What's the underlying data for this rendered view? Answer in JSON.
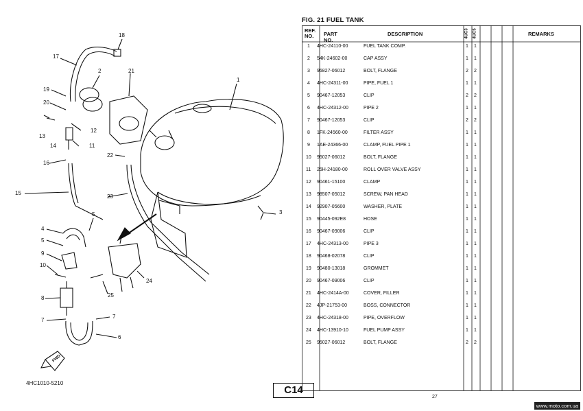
{
  "figure_title": "FIG. 21  FUEL TANK",
  "headers": {
    "ref_no": "REF. NO.",
    "part_no": "PART NO.",
    "description": "DESCRIPTION",
    "model1": "4UC3",
    "model2": "4UC5",
    "remarks": "REMARKS"
  },
  "parts": [
    {
      "ref": "1",
      "part": "4HC-24110-00",
      "desc": "FUEL TANK COMP.",
      "q1": "1",
      "q2": "1"
    },
    {
      "ref": "2",
      "part": "54K-24602-00",
      "desc": "CAP ASSY",
      "q1": "1",
      "q2": "1"
    },
    {
      "ref": "3",
      "part": "95827-06012",
      "desc": "BOLT, FLANGE",
      "q1": "2",
      "q2": "2"
    },
    {
      "ref": "4",
      "part": "4HC-24311-00",
      "desc": "PIPE, FUEL 1",
      "q1": "1",
      "q2": "1"
    },
    {
      "ref": "5",
      "part": "90467-12053",
      "desc": "CLIP",
      "q1": "2",
      "q2": "2"
    },
    {
      "ref": "6",
      "part": "4HC-24312-00",
      "desc": "PIPE 2",
      "q1": "1",
      "q2": "1"
    },
    {
      "ref": "7",
      "part": "90467-12053",
      "desc": "CLIP",
      "q1": "2",
      "q2": "2"
    },
    {
      "ref": "8",
      "part": "1FK-24560-00",
      "desc": "FILTER ASSY",
      "q1": "1",
      "q2": "1"
    },
    {
      "ref": "9",
      "part": "1AE-24366-00",
      "desc": "CLAMP, FUEL PIPE 1",
      "q1": "1",
      "q2": "1"
    },
    {
      "ref": "10",
      "part": "95027-06012",
      "desc": "BOLT, FLANGE",
      "q1": "1",
      "q2": "1"
    },
    {
      "ref": "11",
      "part": "25H-24180-00",
      "desc": "ROLL OVER VALVE ASSY",
      "q1": "1",
      "q2": "1"
    },
    {
      "ref": "12",
      "part": "90461-15100",
      "desc": "CLAMP",
      "q1": "1",
      "q2": "1"
    },
    {
      "ref": "13",
      "part": "98507-05012",
      "desc": "SCREW, PAN HEAD",
      "q1": "1",
      "q2": "1"
    },
    {
      "ref": "14",
      "part": "92907-05600",
      "desc": "WASHER, PLATE",
      "q1": "1",
      "q2": "1"
    },
    {
      "ref": "15",
      "part": "90445-092E8",
      "desc": "HOSE",
      "q1": "1",
      "q2": "1"
    },
    {
      "ref": "16",
      "part": "90467-09006",
      "desc": "CLIP",
      "q1": "1",
      "q2": "1"
    },
    {
      "ref": "17",
      "part": "4HC-24313-00",
      "desc": "PIPE 3",
      "q1": "1",
      "q2": "1"
    },
    {
      "ref": "18",
      "part": "90468-02078",
      "desc": "CLIP",
      "q1": "1",
      "q2": "1"
    },
    {
      "ref": "19",
      "part": "90480-13018",
      "desc": "GROMMET",
      "q1": "1",
      "q2": "1"
    },
    {
      "ref": "20",
      "part": "90467-09006",
      "desc": "CLIP",
      "q1": "1",
      "q2": "1"
    },
    {
      "ref": "21",
      "part": "4HC-2414A-00",
      "desc": "COVER, FILLER",
      "q1": "1",
      "q2": "1"
    },
    {
      "ref": "22",
      "part": "4JP-21753-00",
      "desc": "BOSS, CONNECTOR",
      "q1": "1",
      "q2": "1"
    },
    {
      "ref": "23",
      "part": "4HC-24318-00",
      "desc": "PIPE, OVERFLOW",
      "q1": "1",
      "q2": "1"
    },
    {
      "ref": "24",
      "part": "4HC-13910-10",
      "desc": "FUEL PUMP ASSY",
      "q1": "1",
      "q2": "1"
    },
    {
      "ref": "25",
      "part": "95027-06012",
      "desc": "BOLT, FLANGE",
      "q1": "2",
      "q2": "2"
    }
  ],
  "callouts": [
    "18",
    "17",
    "2",
    "21",
    "1",
    "19",
    "20",
    "12",
    "13",
    "14",
    "11",
    "22",
    "16",
    "15",
    "23",
    "5",
    "3",
    "4",
    "5",
    "9",
    "10",
    "24",
    "25",
    "8",
    "7",
    "7",
    "6"
  ],
  "diagram_code": "4HC1010-5210",
  "fwd_label": "FWD",
  "page_code": "C14",
  "page_number": "27",
  "watermark": "www.moto.com.ua"
}
